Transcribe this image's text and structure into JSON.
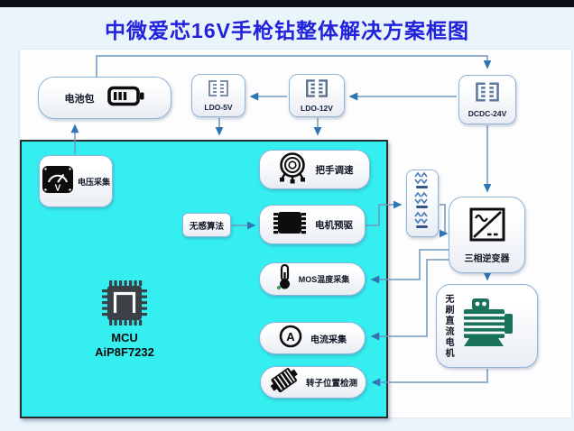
{
  "title": "中微爱芯16V手枪钻整体解决方案框图",
  "colors": {
    "accent_cyan": "#35eef0",
    "title_blue": "#2222dd",
    "wire": "#7096be",
    "arrow": "#2e75b6",
    "motor_green": "#19735a"
  },
  "blocks": {
    "battery": {
      "label": "电池包",
      "icon": "battery-icon"
    },
    "ldo5": {
      "label": "LDO-5V",
      "icon": "regulator-icon"
    },
    "ldo12": {
      "label": "LDO-12V",
      "icon": "regulator-icon"
    },
    "dcdc": {
      "label": "DCDC-24V",
      "icon": "regulator-icon"
    },
    "voltage_sense": {
      "label": "电压采集",
      "icon": "voltmeter-icon"
    },
    "handle_speed": {
      "label": "把手调速",
      "icon": "potentiometer-icon"
    },
    "sensorless_algo": {
      "label": "无感算法"
    },
    "motor_predrive": {
      "label": "电机预驱",
      "icon": "ic-chip-icon"
    },
    "mos_temp_sense": {
      "label": "MOS温度采集",
      "icon": "thermometer-icon"
    },
    "current_sense": {
      "label": "电流采集",
      "icon": "ammeter-icon"
    },
    "rotor_position": {
      "label": "转子位置检测",
      "icon": "rotor-sensor-icon"
    },
    "mcu": {
      "title": "MCU",
      "part_number": "AiP8F7232",
      "icon": "mcu-chip-icon"
    },
    "mosfet_bridge": {
      "icon": "mosfet-bridge-icon"
    },
    "inverter": {
      "label": "三相逆变器",
      "icon": "inverter-icon"
    },
    "motor": {
      "label": "无刷直流电机",
      "icon": "motor-icon"
    }
  },
  "icons": [
    "battery-icon",
    "regulator-icon",
    "voltmeter-icon",
    "potentiometer-icon",
    "ic-chip-icon",
    "thermometer-icon",
    "ammeter-icon",
    "rotor-sensor-icon",
    "mcu-chip-icon",
    "mosfet-bridge-icon",
    "inverter-icon",
    "motor-icon"
  ]
}
